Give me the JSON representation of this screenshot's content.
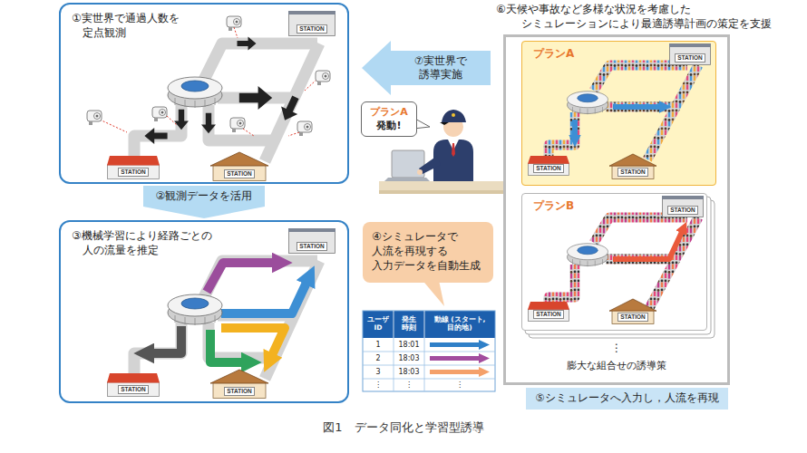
{
  "diagram": {
    "caption": "図1　データ同化と学習型誘導",
    "nodes": [
      {
        "text": [
          "①実世界で通過人数を 定点観測"
        ]
      },
      {
        "text": [
          "STATION"
        ],
        "in": 0
      },
      {
        "text": [
          "STATION"
        ],
        "in": 0
      },
      {
        "text": [
          "STATION"
        ],
        "in": 0
      },
      {
        "text": [
          "③機械学習により経路ごとの 人の流量を推定"
        ]
      },
      {
        "text": [
          "STATION"
        ],
        "in": 4
      },
      {
        "text": [
          "STATION"
        ],
        "in": 4
      },
      {
        "text": [
          "STATION"
        ],
        "in": 4
      },
      {
        "text": [
          "④シミュレータで 人流を再現する 入力データを自動生成"
        ]
      },
      {
        "text": [
          "ユーザ ID",
          "発生 時刻",
          "動線 (スタート,目的地)",
          "1",
          "18:01",
          "2",
          "18:03",
          "3",
          "18:03",
          "⋮",
          "⋮",
          "⋮"
        ]
      },
      {
        "text": [
          "プランA",
          "発動!"
        ]
      },
      {
        "text": [
          "⑥天候や事故など多様な状況を考慮した シミュレーションにより最適誘導計画の策定を支援"
        ]
      },
      {
        "text": [
          "プランA"
        ],
        "in": 11
      },
      {
        "text": [
          "STATION"
        ],
        "in": 12
      },
      {
        "text": [
          "STATION"
        ],
        "in": 12
      },
      {
        "text": [
          "STATION"
        ],
        "in": 12
      },
      {
        "text": [
          "プランB"
        ],
        "in": 11
      },
      {
        "text": [
          "STATION"
        ],
        "in": 16
      },
      {
        "text": [
          "STATION"
        ],
        "in": 16
      },
      {
        "text": [
          "STATION"
        ],
        "in": 16
      },
      {
        "text": [
          "⑤シミュレータへ入力し，人流を再現"
        ]
      }
    ],
    "edges": [
      {
        "from": 0,
        "to": 4,
        "arrow": "to",
        "label": "②観測データを活用"
      },
      {
        "from": 11,
        "to": 0,
        "arrow": "to",
        "label": "⑦実世界で 誘導実施"
      }
    ],
    "labels": [
      "⋮",
      "膨大な組合せの誘導策"
    ]
  }
}
